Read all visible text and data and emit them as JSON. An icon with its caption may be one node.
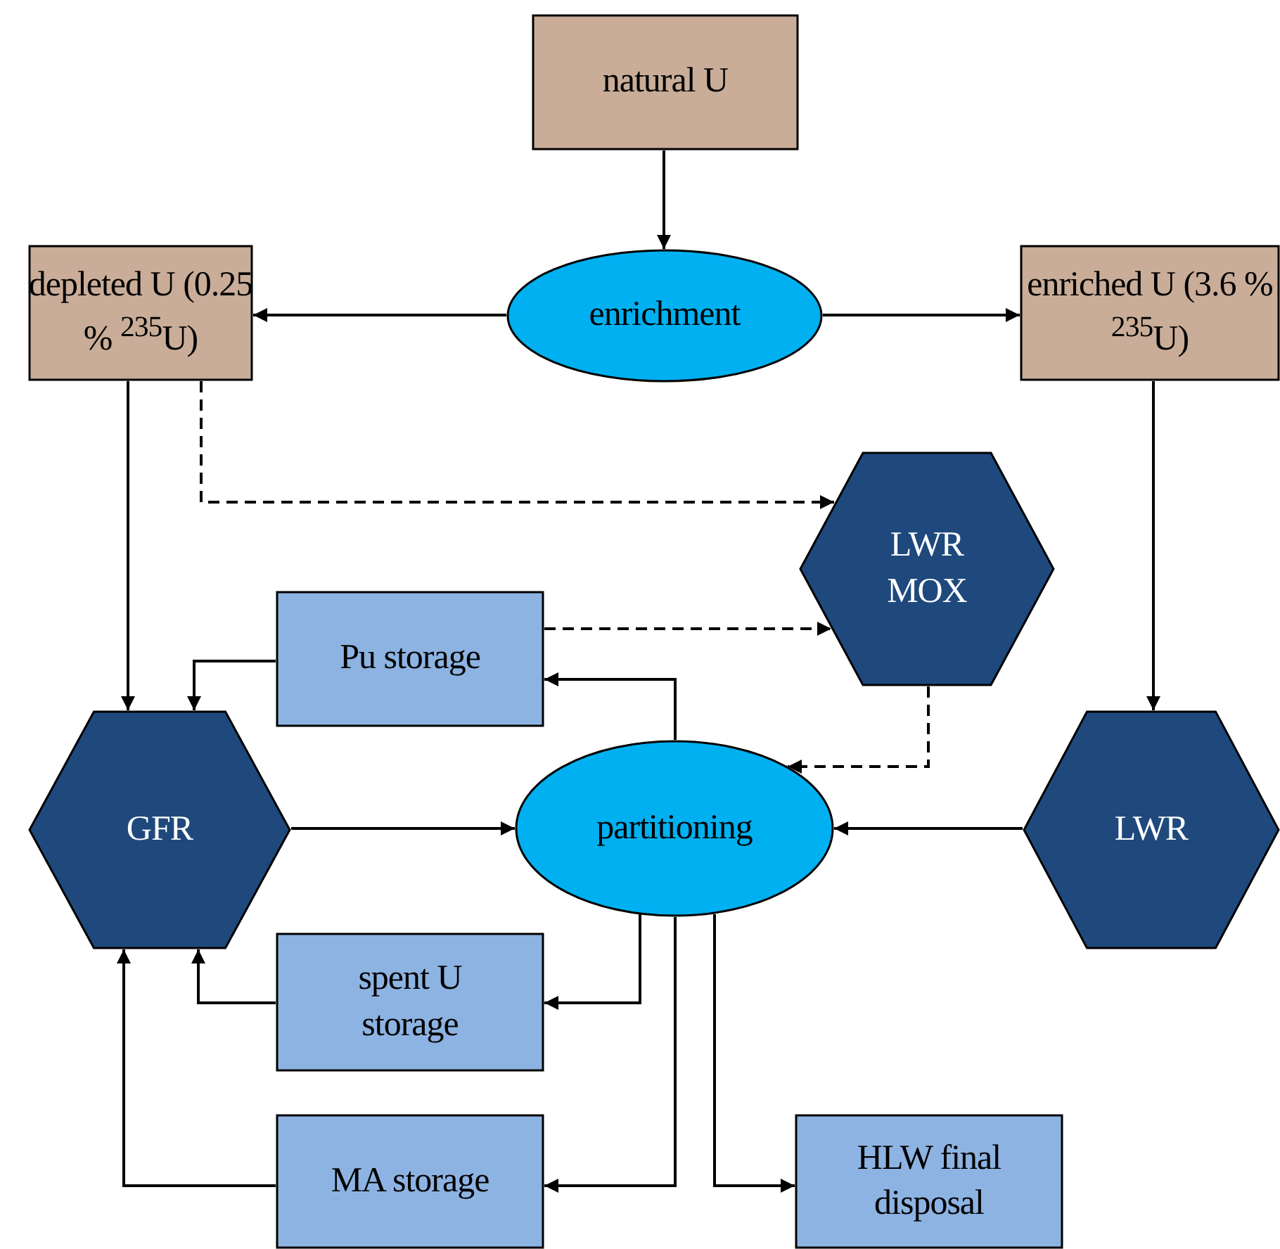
{
  "diagram": {
    "nodes": [
      {
        "text": [
          "natural U"
        ]
      },
      {
        "text": [
          "enrichment"
        ]
      },
      {
        "text": [
          "depleted U (0.25 % $^{235}$U)"
        ]
      },
      {
        "text": [
          "enriched U (3.6 % $^{235}$U)"
        ]
      },
      {
        "text": [
          "LWR MOX"
        ]
      },
      {
        "text": [
          "Pu storage"
        ]
      },
      {
        "text": [
          "GFR"
        ]
      },
      {
        "text": [
          "partitioning"
        ]
      },
      {
        "text": [
          "LWR"
        ]
      },
      {
        "text": [
          "spent U storage"
        ]
      },
      {
        "text": [
          "MA storage"
        ]
      },
      {
        "text": [
          "HLW final disposal"
        ]
      }
    ],
    "edges": [
      {
        "from": 0,
        "to": 1,
        "arrow": "to"
      },
      {
        "from": 1,
        "to": 2,
        "arrow": "to"
      },
      {
        "from": 1,
        "to": 3,
        "arrow": "to"
      },
      {
        "from": 2,
        "to": 6,
        "arrow": "to"
      },
      {
        "from": 2,
        "to": 4,
        "arrow": "to",
        "style": "dashed"
      },
      {
        "from": 3,
        "to": 8,
        "arrow": "to"
      },
      {
        "from": 5,
        "to": 4,
        "arrow": "to",
        "style": "dashed"
      },
      {
        "from": 4,
        "to": 7,
        "arrow": "to",
        "style": "dashed"
      },
      {
        "from": 5,
        "to": 6,
        "arrow": "to"
      },
      {
        "from": 7,
        "to": 5,
        "arrow": "to"
      },
      {
        "from": 6,
        "to": 7,
        "arrow": "to"
      },
      {
        "from": 8,
        "to": 7,
        "arrow": "to"
      },
      {
        "from": 7,
        "to": 9,
        "arrow": "to"
      },
      {
        "from": 9,
        "to": 6,
        "arrow": "to"
      },
      {
        "from": 7,
        "to": 10,
        "arrow": "to"
      },
      {
        "from": 10,
        "to": 6,
        "arrow": "to"
      },
      {
        "from": 7,
        "to": 11,
        "arrow": "to"
      }
    ]
  }
}
